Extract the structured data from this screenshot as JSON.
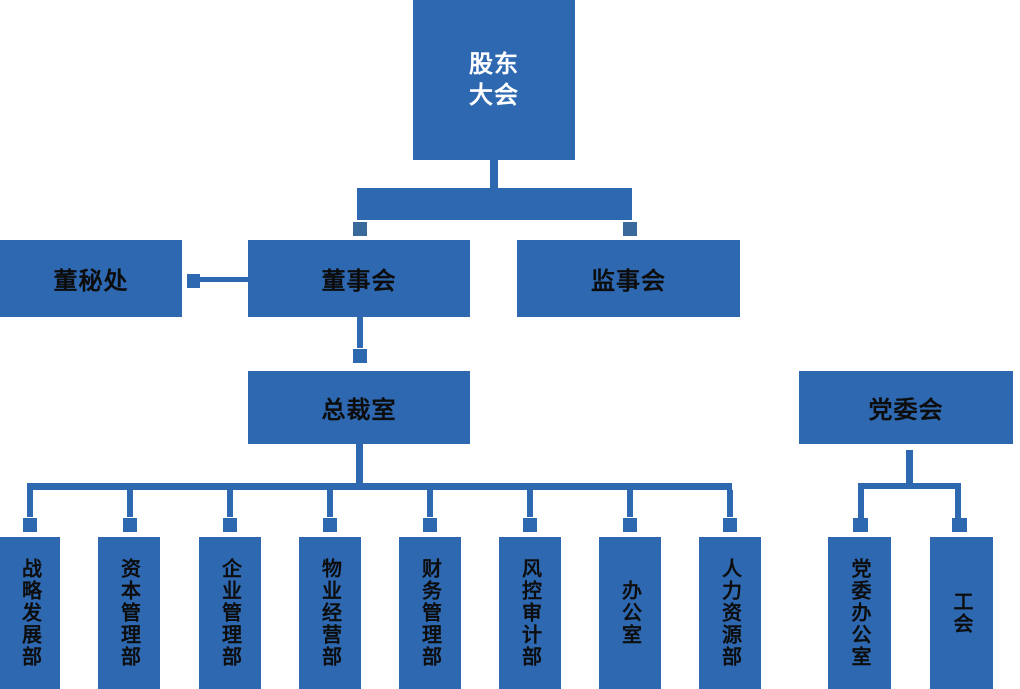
{
  "colors": {
    "primary": "#2D68B1",
    "square_dark": "#3A699B",
    "text_dark": "#0D0D0D",
    "text_light": "#FFFFFF",
    "background": "#FFFFFF"
  },
  "nodes": {
    "root": {
      "line1": "股东",
      "line2": "大会"
    },
    "board_secretary_office": {
      "label": "董秘处"
    },
    "board_of_directors": {
      "label": "董事会"
    },
    "supervisory_board": {
      "label": "监事会"
    },
    "president_office": {
      "label": "总裁室"
    },
    "party_committee": {
      "label": "党委会"
    },
    "departments": [
      {
        "label": "战略发展部"
      },
      {
        "label": "资本管理部"
      },
      {
        "label": "企业管理部"
      },
      {
        "label": "物业经营部"
      },
      {
        "label": "财务管理部"
      },
      {
        "label": "风控审计部"
      },
      {
        "label": "办公室"
      },
      {
        "label": "人力资源部"
      }
    ],
    "party_departments": [
      {
        "label": "党委办公室"
      },
      {
        "label": "工会"
      }
    ]
  }
}
